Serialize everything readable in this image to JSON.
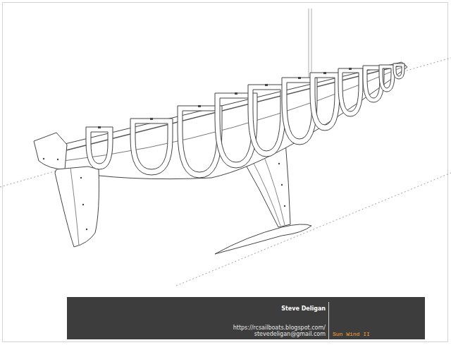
{
  "diagram": {
    "nodes": [
      {
        "text": [
          "Steve Deligan",
          "https://rcsailboats.blogspot.com/",
          "stevedeligan@gmail.com",
          "Sun Wind II"
        ]
      }
    ]
  }
}
